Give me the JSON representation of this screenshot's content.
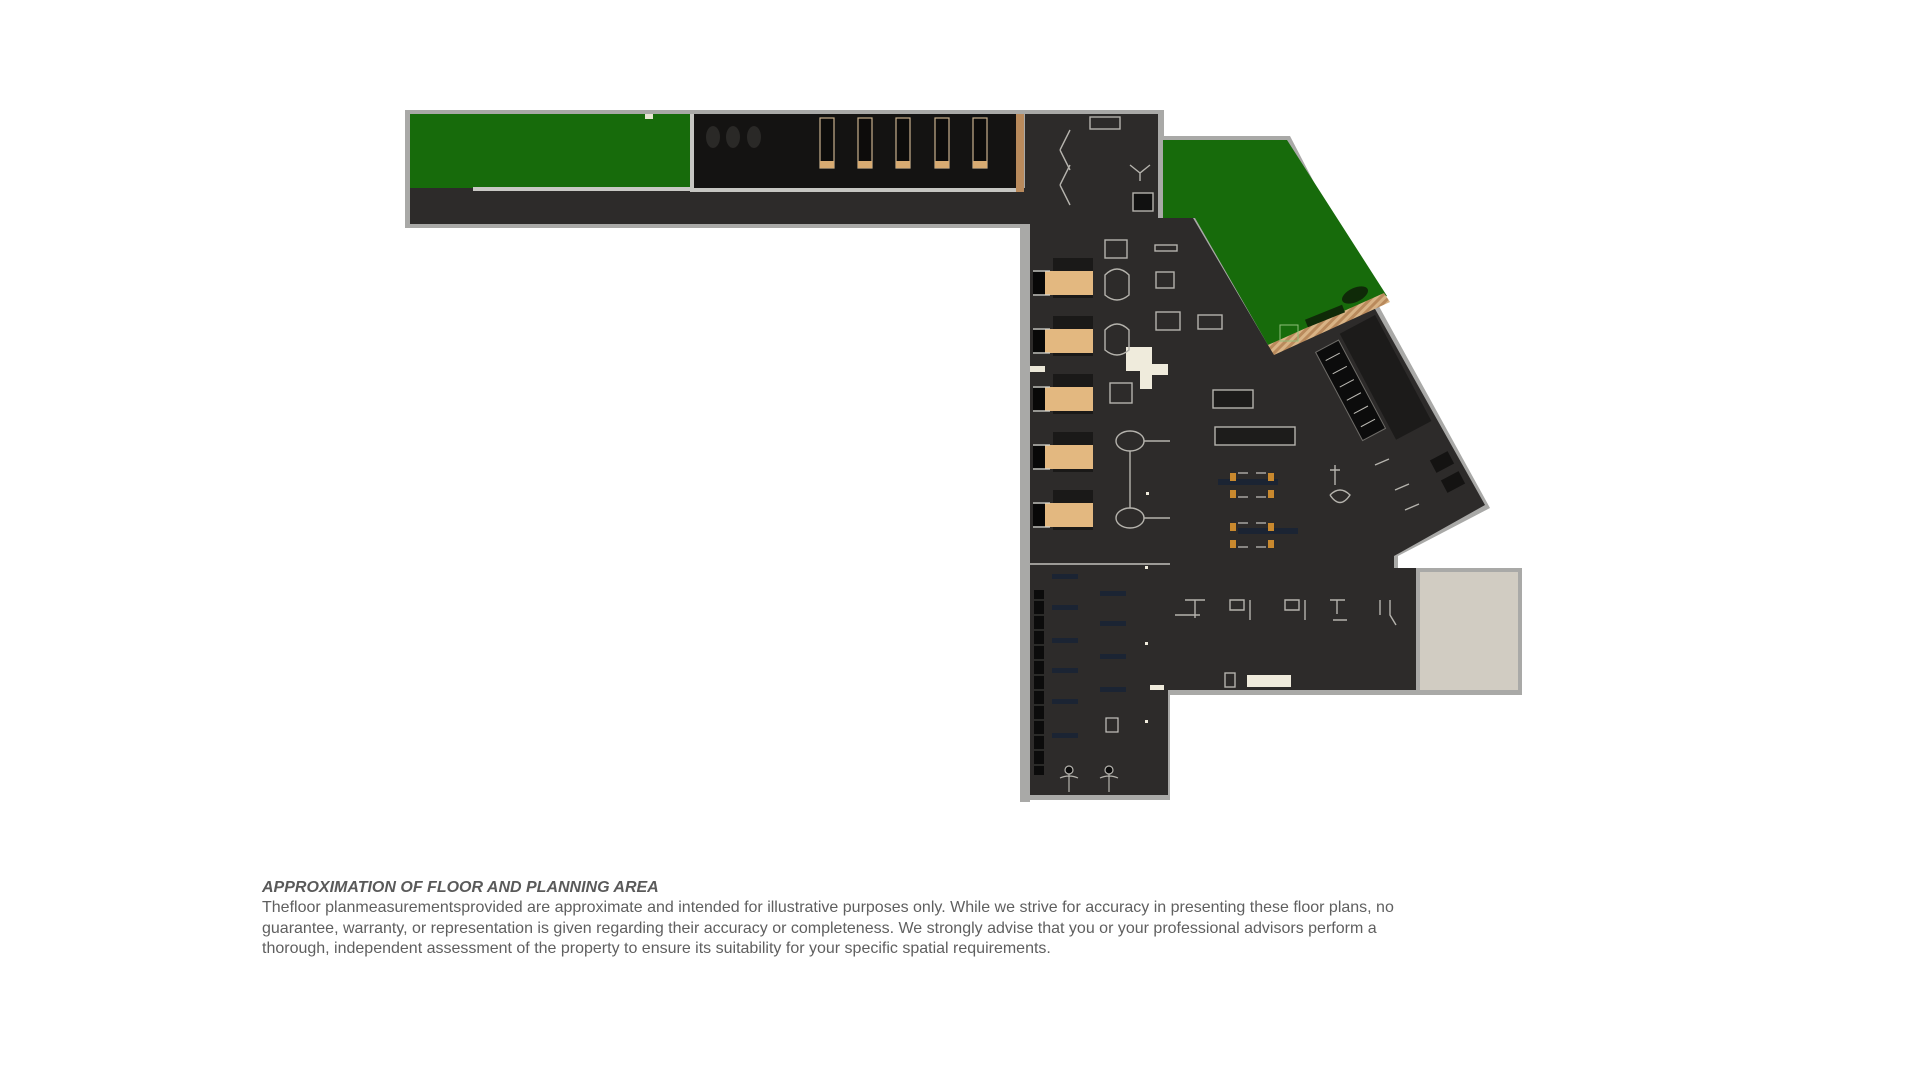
{
  "floor_plan": {
    "title": "Gym floor plan (top-down render)",
    "colors": {
      "background": "#ffffff",
      "wall": "#a9a9a7",
      "floor_dark": "#2d2b2a",
      "cardio_room": "#141312",
      "turf_green": "#176b0b",
      "patio_beige": "#d1ccc2",
      "platform_wood": "#e3b880",
      "wood_strip": "#b9895a",
      "fixture_white": "#efebdc",
      "equipment_line": "#b5b3ad",
      "accent_orange": "#c9892e"
    },
    "zones": [
      {
        "name": "turf-area-northwest",
        "type": "artificial-turf"
      },
      {
        "name": "cardio-room",
        "type": "treadmill-room",
        "treadmill_count": 5
      },
      {
        "name": "turf-area-northeast",
        "type": "artificial-turf"
      },
      {
        "name": "strength-floor",
        "type": "gym-floor"
      },
      {
        "name": "lifting-platforms",
        "type": "platform-row",
        "platform_count": 5
      },
      {
        "name": "bike-row",
        "type": "cardio-bikes"
      },
      {
        "name": "dumbbell-area",
        "type": "free-weights"
      },
      {
        "name": "patio",
        "type": "outdoor-patio"
      }
    ]
  },
  "disclaimer": {
    "title": "APPROXIMATION OF FLOOR AND PLANNING AREA",
    "lines": [
      "Thefloor planmeasurementsprovided are approximate and intended for illustrative purposes only. While we strive for accuracy in presenting these floor plans, no",
      "guarantee, warranty, or representation is given regarding their accuracy or completeness. We strongly advise that you or your professional advisors perform a",
      "thorough, independent assessment of the property to ensure its suitability for your specific spatial requirements."
    ]
  }
}
